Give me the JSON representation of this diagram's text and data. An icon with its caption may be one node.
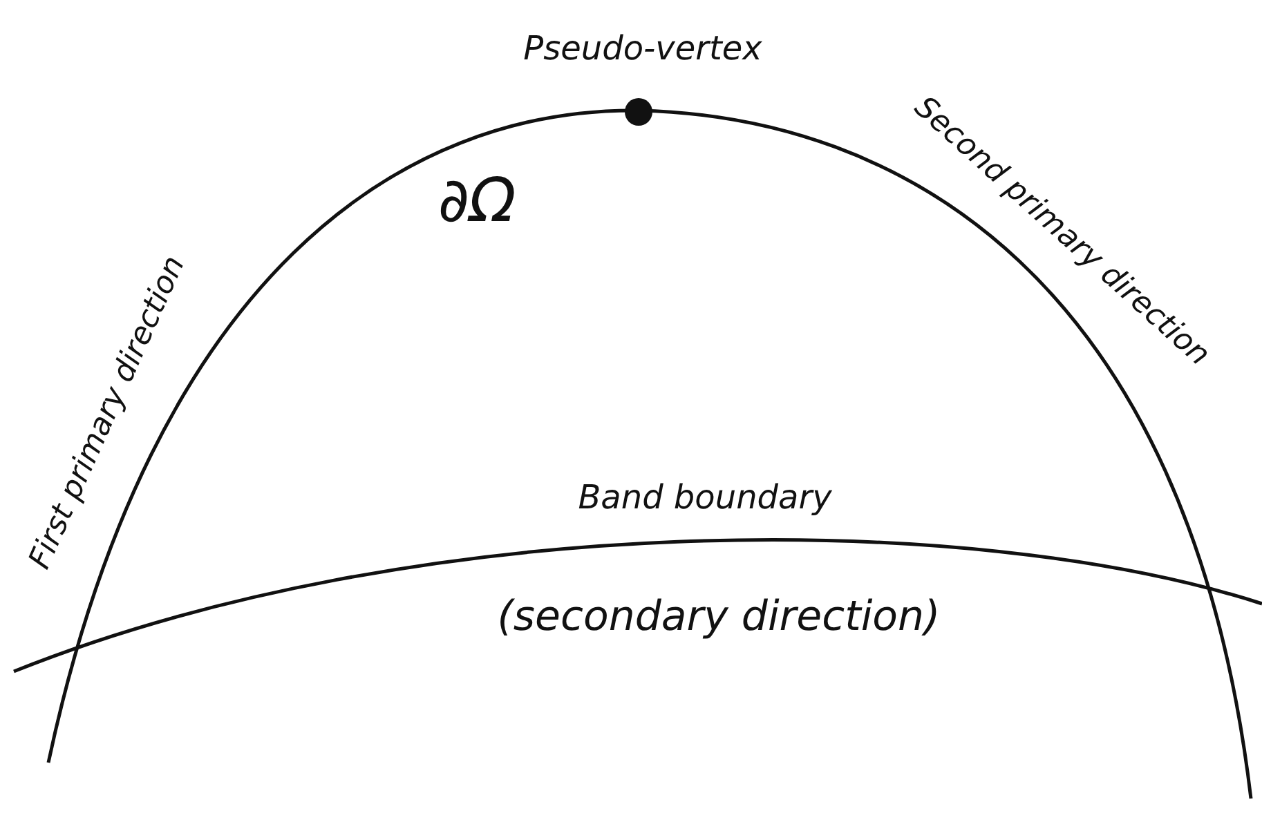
{
  "diagram": {
    "labels": [
      "Pseudo-vertex",
      "∂Ω",
      "Second primary direction",
      "First primary direction",
      "Band boundary",
      "(secondary direction)"
    ]
  }
}
